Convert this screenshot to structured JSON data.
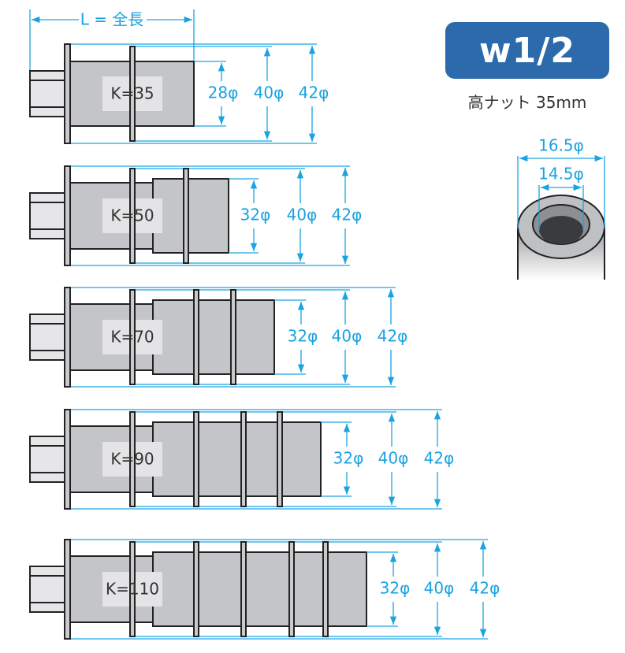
{
  "title_dimension": "L = 全長",
  "badge": "w1/2",
  "nut_caption": "高ナット 35mm",
  "nut": {
    "outer": "16.5φ",
    "inner": "14.5φ"
  },
  "colors": {
    "dimension": "#1aa3e0",
    "badge": "#2c6aab",
    "body": "#c4c5c8",
    "outline": "#222222"
  },
  "assemblies": [
    {
      "label": "K=35",
      "d1": "28φ",
      "d2": "40φ",
      "d3": "42φ",
      "ring_count": 1
    },
    {
      "label": "K=50",
      "d1": "32φ",
      "d2": "40φ",
      "d3": "42φ",
      "ring_count": 2
    },
    {
      "label": "K=70",
      "d1": "32φ",
      "d2": "40φ",
      "d3": "42φ",
      "ring_count": 3
    },
    {
      "label": "K=90",
      "d1": "32φ",
      "d2": "40φ",
      "d3": "42φ",
      "ring_count": 4
    },
    {
      "label": "K=110",
      "d1": "32φ",
      "d2": "40φ",
      "d3": "42φ",
      "ring_count": 5
    }
  ]
}
